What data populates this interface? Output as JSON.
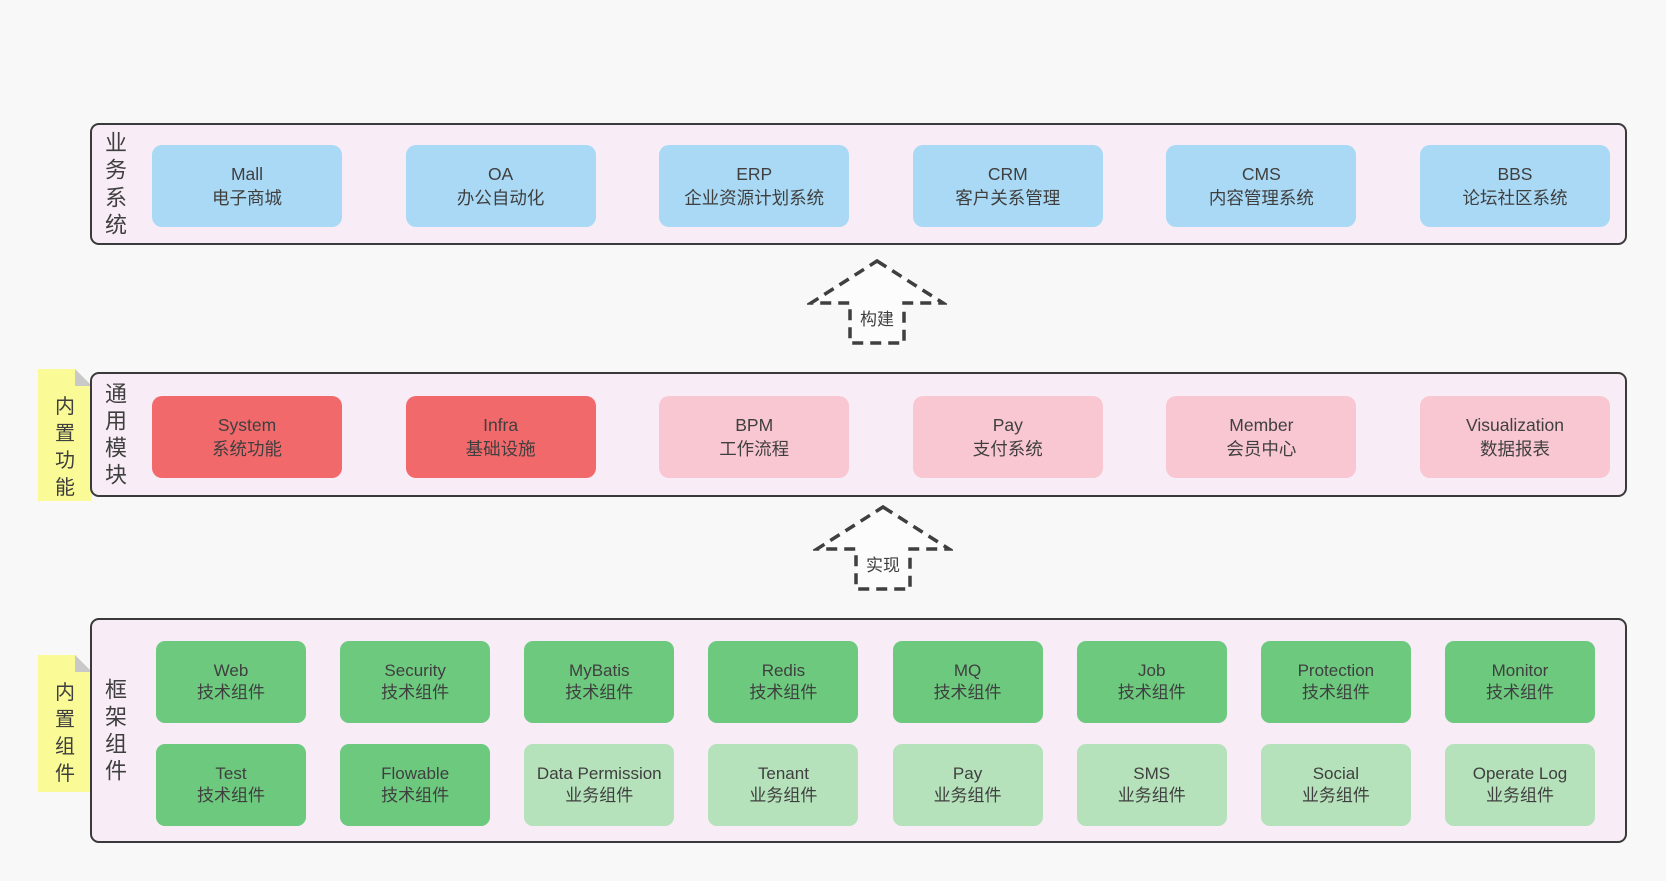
{
  "colors": {
    "page_bg": "#f8f8f8",
    "panel_bg": "#f8edf6",
    "panel_border": "#3a3a3a",
    "box_blue": "#a9d9f5",
    "box_red": "#f2696c",
    "box_pink": "#f9c7d2",
    "box_green": "#6cc97e",
    "box_lightgreen": "#b5e2ba",
    "sticky_yellow": "#fafa96",
    "sticky_fold": "#c9c9c9",
    "arrow_fill": "#fcfcfc",
    "text": "#3f3f3f"
  },
  "arrows": [
    {
      "label": "构建"
    },
    {
      "label": "实现"
    }
  ],
  "stickies": [
    {
      "label": "内置功能"
    },
    {
      "label": "内置组件"
    }
  ],
  "layers": [
    {
      "label": "业务系统",
      "boxes": [
        {
          "title": "Mall",
          "subtitle": "电子商城"
        },
        {
          "title": "OA",
          "subtitle": "办公自动化"
        },
        {
          "title": "ERP",
          "subtitle": "企业资源计划系统"
        },
        {
          "title": "CRM",
          "subtitle": "客户关系管理"
        },
        {
          "title": "CMS",
          "subtitle": "内容管理系统"
        },
        {
          "title": "BBS",
          "subtitle": "论坛社区系统"
        }
      ]
    },
    {
      "label": "通用模块",
      "boxes": [
        {
          "title": "System",
          "subtitle": "系统功能"
        },
        {
          "title": "Infra",
          "subtitle": "基础设施"
        },
        {
          "title": "BPM",
          "subtitle": "工作流程"
        },
        {
          "title": "Pay",
          "subtitle": "支付系统"
        },
        {
          "title": "Member",
          "subtitle": "会员中心"
        },
        {
          "title": "Visualization",
          "subtitle": "数据报表"
        }
      ]
    },
    {
      "label": "框架组件",
      "rows": [
        [
          {
            "title": "Web",
            "subtitle": "技术组件"
          },
          {
            "title": "Security",
            "subtitle": "技术组件"
          },
          {
            "title": "MyBatis",
            "subtitle": "技术组件"
          },
          {
            "title": "Redis",
            "subtitle": "技术组件"
          },
          {
            "title": "MQ",
            "subtitle": "技术组件"
          },
          {
            "title": "Job",
            "subtitle": "技术组件"
          },
          {
            "title": "Protection",
            "subtitle": "技术组件"
          },
          {
            "title": "Monitor",
            "subtitle": "技术组件"
          }
        ],
        [
          {
            "title": "Test",
            "subtitle": "技术组件"
          },
          {
            "title": "Flowable",
            "subtitle": "技术组件"
          },
          {
            "title": "Data Permission",
            "subtitle": "业务组件"
          },
          {
            "title": "Tenant",
            "subtitle": "业务组件"
          },
          {
            "title": "Pay",
            "subtitle": "业务组件"
          },
          {
            "title": "SMS",
            "subtitle": "业务组件"
          },
          {
            "title": "Social",
            "subtitle": "业务组件"
          },
          {
            "title": "Operate Log",
            "subtitle": "业务组件"
          }
        ]
      ]
    }
  ]
}
